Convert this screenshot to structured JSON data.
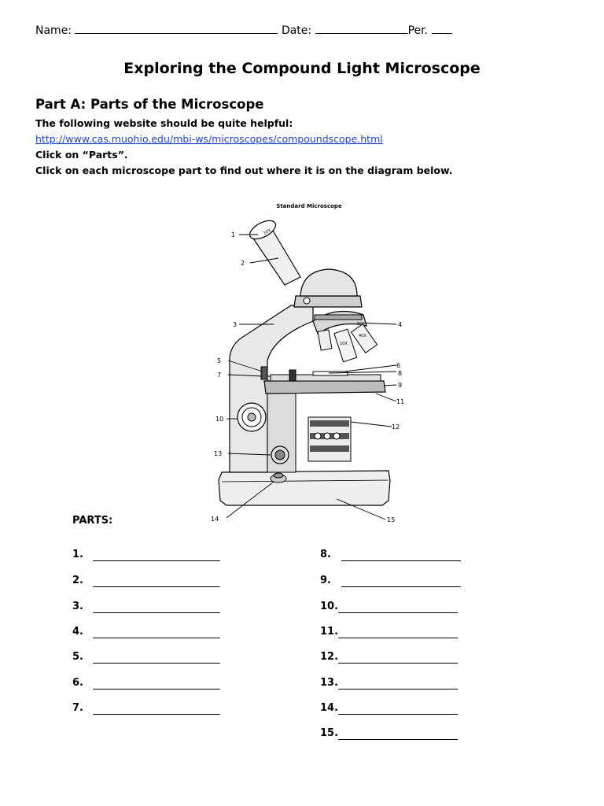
{
  "header": {
    "name_label": "Name:",
    "date_label": "Date:",
    "per_label": "Per."
  },
  "title": "Exploring the Compound Light Microscope",
  "part_a": {
    "heading": "Part A:  Parts of the Microscope",
    "line1": "The following website should be quite helpful:",
    "link": "http://www.cas.muohio.edu/mbi-ws/microscopes/compoundscope.html",
    "line2": "Click on “Parts”.",
    "line3": "Click on each microscope part to find out where it is on the diagram below."
  },
  "figure": {
    "caption": "Standard Microscope",
    "callouts": [
      "1",
      "2",
      "3",
      "4",
      "5",
      "6",
      "7",
      "8",
      "9",
      "10",
      "11",
      "12",
      "13",
      "14",
      "15"
    ]
  },
  "parts": {
    "label": "PARTS:",
    "left": [
      "1.",
      "2.",
      "3.",
      "4.",
      "5.",
      "6.",
      "7."
    ],
    "right": [
      "8.",
      "9.",
      "10.",
      "11.",
      "12.",
      "13.",
      "14.",
      "15."
    ]
  }
}
